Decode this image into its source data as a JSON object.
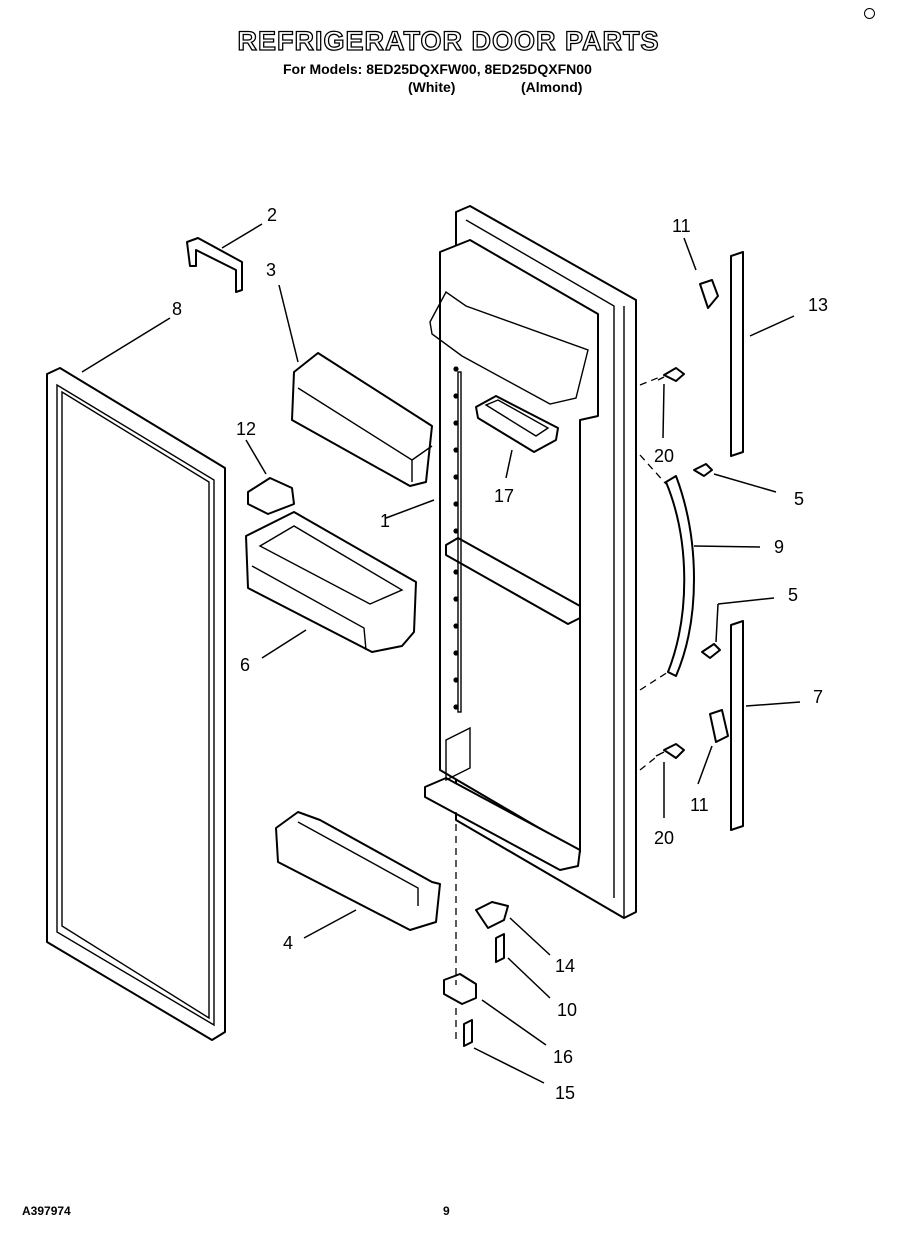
{
  "header": {
    "title": "REFRIGERATOR DOOR PARTS",
    "models_line": "For Models: 8ED25DQXFW00, 8ED25DQXFN00",
    "color_white": "(White)",
    "color_almond": "(Almond)"
  },
  "footer": {
    "drawing_id": "A397974",
    "page_number": "9"
  },
  "callouts": {
    "c1": "1",
    "c2": "2",
    "c3": "3",
    "c4": "4",
    "c5a": "5",
    "c5b": "5",
    "c6": "6",
    "c7": "7",
    "c8": "8",
    "c9": "9",
    "c10": "10",
    "c11a": "11",
    "c11b": "11",
    "c12": "12",
    "c13": "13",
    "c14": "14",
    "c15": "15",
    "c16": "16",
    "c17": "17",
    "c20a": "20",
    "c20b": "20"
  }
}
